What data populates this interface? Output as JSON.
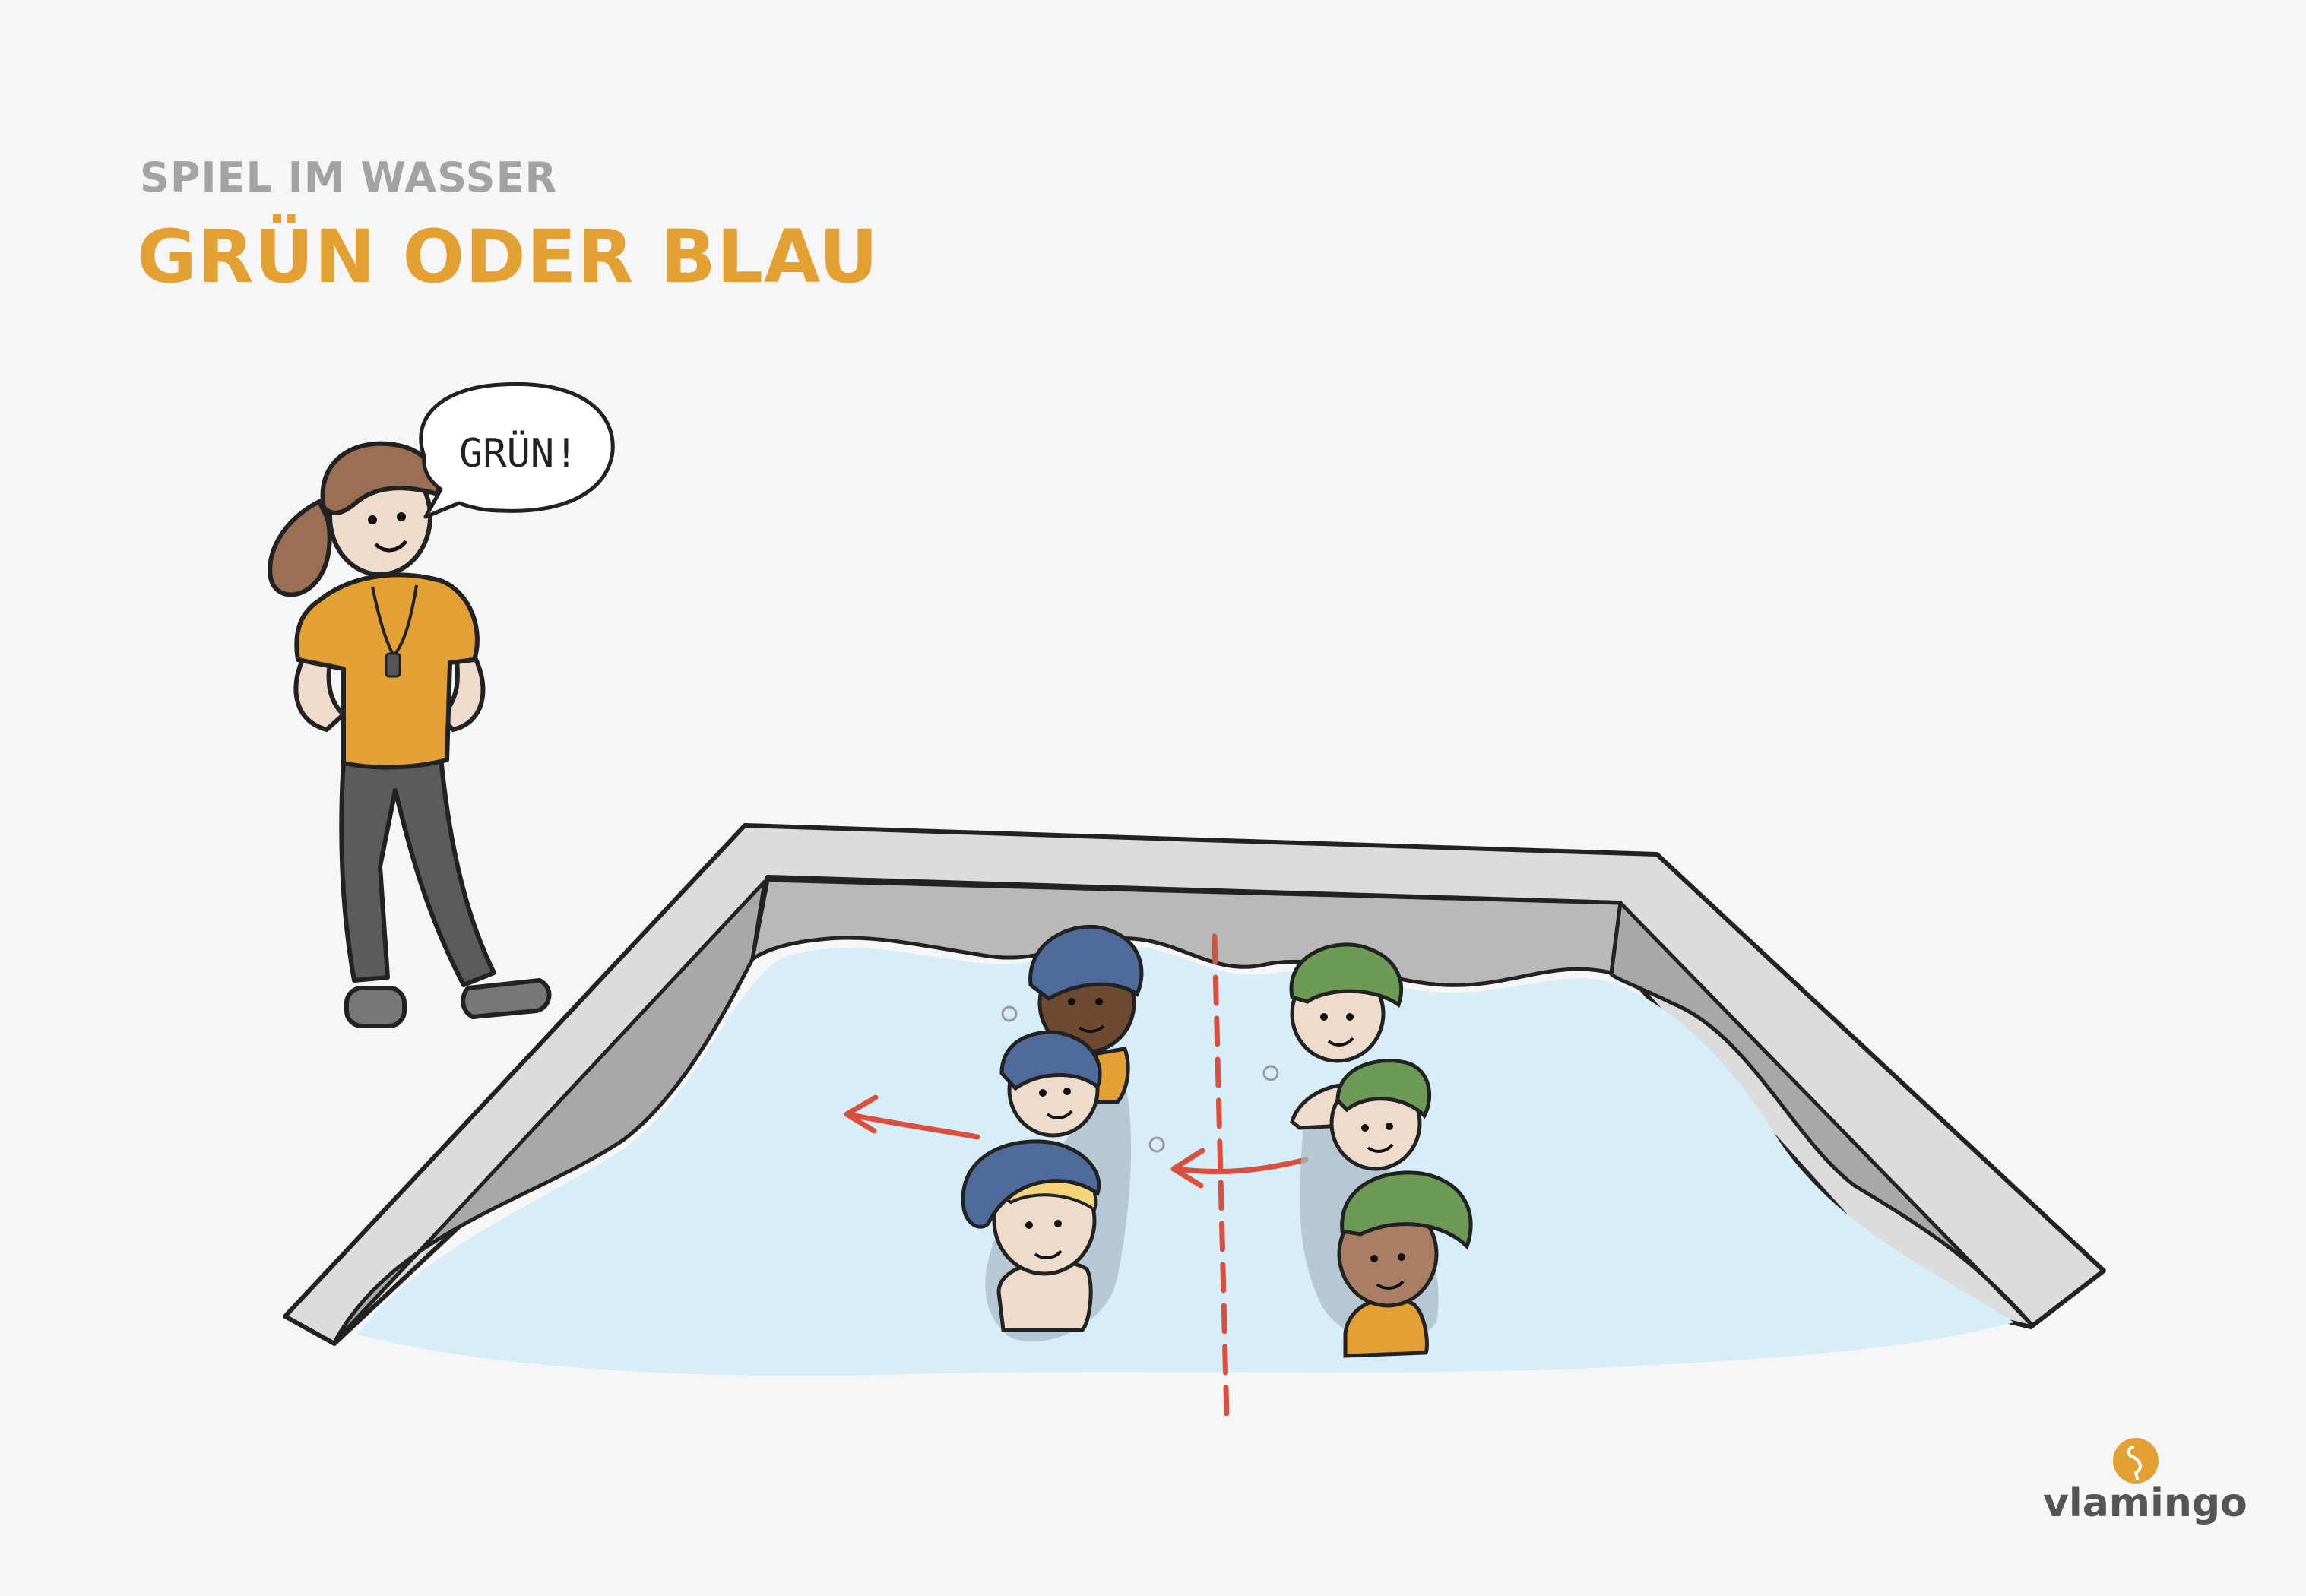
{
  "header": {
    "subtitle": "SPIEL IM WASSER",
    "title": "GRÜN ODER BLAU"
  },
  "speech_bubble": {
    "text": "GRÜN!"
  },
  "brand": {
    "name": "vlamingo",
    "logo_icon": "flamingo-icon"
  },
  "colors": {
    "title_orange": "#e3a033",
    "subtitle_gray": "#a3a3a3",
    "shirt_orange": "#e3a033",
    "cap_blue": "#4e6b9c",
    "cap_green": "#6e9a57",
    "water": "#d7eef8",
    "arrow_red": "#d9503f"
  },
  "scene": {
    "teams": [
      {
        "name": "blue-team",
        "cap_color": "blue",
        "swimmers": 3
      },
      {
        "name": "green-team",
        "cap_color": "green",
        "swimmers": 3
      }
    ]
  }
}
